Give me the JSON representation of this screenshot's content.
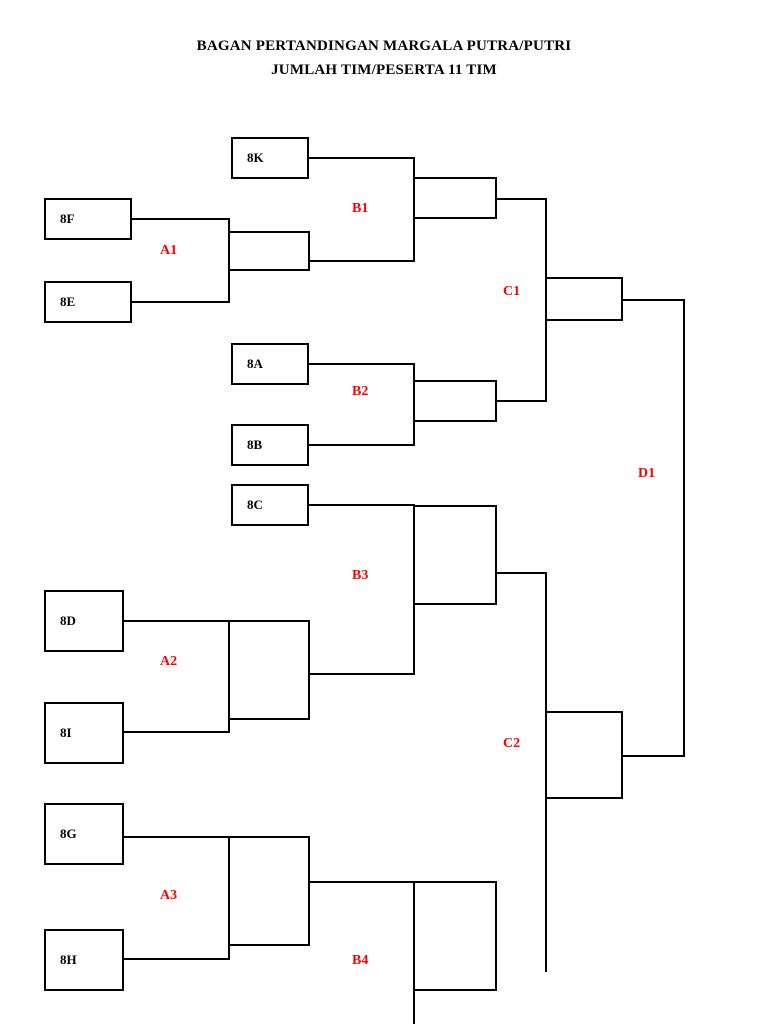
{
  "title": {
    "line1": "BAGAN PERTANDINGAN MARGALA PUTRA/PUTRI",
    "line2": "JUMLAH TIM/PESERTA 11 TIM"
  },
  "colors": {
    "line": "#000000",
    "label": "#ff0000",
    "background": "#ffffff"
  },
  "teams": [
    {
      "id": "8K",
      "label": "8K"
    },
    {
      "id": "8F",
      "label": "8F"
    },
    {
      "id": "8E",
      "label": "8E"
    },
    {
      "id": "8A",
      "label": "8A"
    },
    {
      "id": "8B",
      "label": "8B"
    },
    {
      "id": "8C",
      "label": "8C"
    },
    {
      "id": "8D",
      "label": "8D"
    },
    {
      "id": "8I",
      "label": "8I"
    },
    {
      "id": "8G",
      "label": "8G"
    },
    {
      "id": "8H",
      "label": "8H"
    }
  ],
  "matches": [
    {
      "id": "A1",
      "label": "A1"
    },
    {
      "id": "A2",
      "label": "A2"
    },
    {
      "id": "A3",
      "label": "A3"
    },
    {
      "id": "B1",
      "label": "B1"
    },
    {
      "id": "B2",
      "label": "B2"
    },
    {
      "id": "B3",
      "label": "B3"
    },
    {
      "id": "B4",
      "label": "B4"
    },
    {
      "id": "C1",
      "label": "C1"
    },
    {
      "id": "C2",
      "label": "C2"
    },
    {
      "id": "D1",
      "label": "D1"
    }
  ],
  "chart_data": {
    "type": "diagram",
    "diagram_type": "single-elimination-bracket",
    "team_count": 11,
    "rounds": [
      "A",
      "B",
      "C",
      "D"
    ]
  }
}
